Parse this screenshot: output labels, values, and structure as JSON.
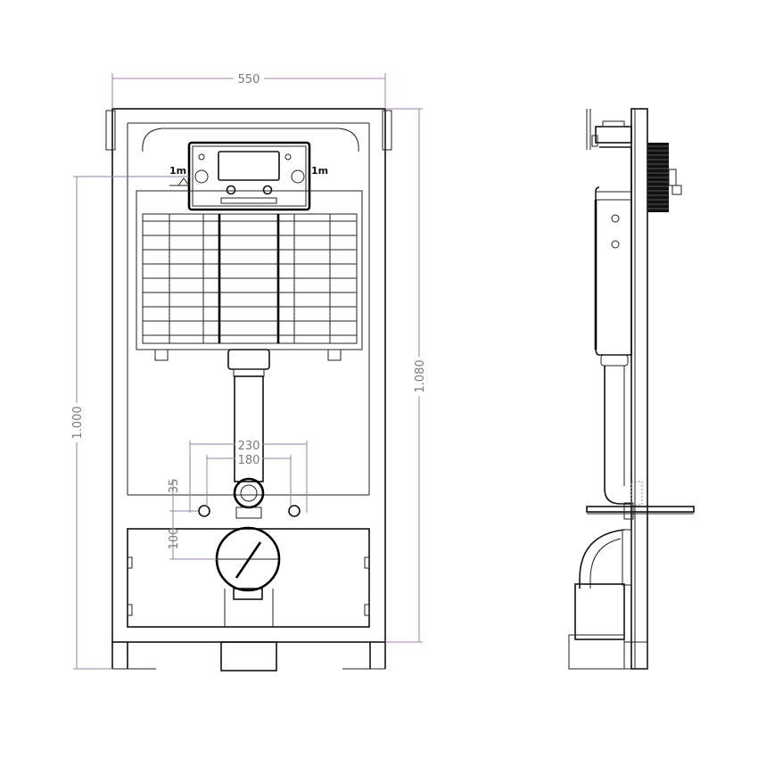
{
  "dimensions": {
    "overall_width": "550",
    "overall_height": "1.080",
    "bracket_height": "1.000",
    "bolt_spacing_outer": "230",
    "bolt_spacing_inner": "180",
    "offset_upper": "35",
    "offset_lower": "100"
  },
  "labels": {
    "left_marker": "1m",
    "right_marker": "1m"
  },
  "colors": {
    "dimension_lines": "#9b7fa8",
    "dimension_text": "#7a7a7a",
    "outline": "#111111",
    "hatch_blue": "#6b8fd6"
  }
}
